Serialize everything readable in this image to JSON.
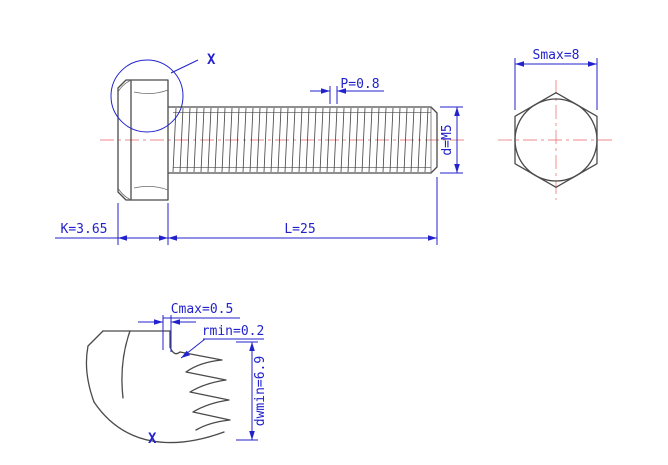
{
  "side_view": {
    "detail_callout": "X",
    "pitch_label": "P=0.8",
    "diameter_label": "d=M5",
    "head_height_label": "K=3.65",
    "length_label": "L=25"
  },
  "end_view": {
    "width_across_flats_label": "Smax=8"
  },
  "detail_view": {
    "chamfer_label": "Cmax=0.5",
    "fillet_radius_label": "rmin=0.2",
    "washer_face_label": "dwmin=6.9",
    "detail_callout": "X"
  },
  "colors": {
    "dimension": "#2222cc",
    "object_line": "#4a4a4a",
    "centerline": "#ee8888",
    "background": "#ffffff"
  }
}
